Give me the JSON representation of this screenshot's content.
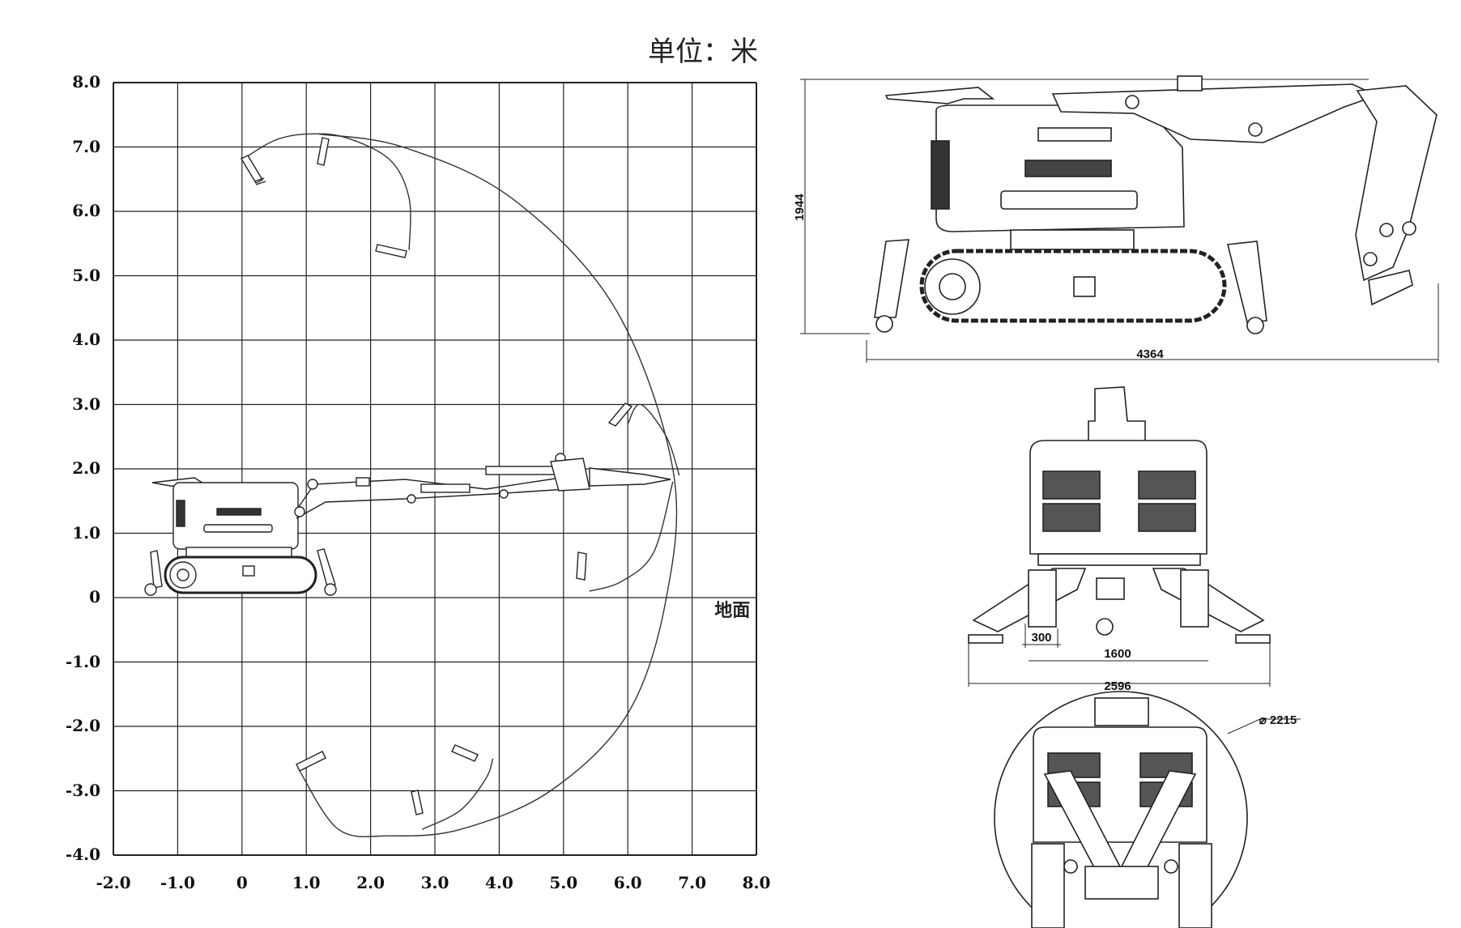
{
  "header": {
    "unit_label": "单位：米"
  },
  "chart_data": {
    "type": "scatter",
    "title": "单位：米",
    "xlim": [
      -2.0,
      8.0
    ],
    "ylim": [
      -4.0,
      8.0
    ],
    "x_ticks": [
      "-2.0",
      "-1.0",
      "0",
      "1.0",
      "2.0",
      "3.0",
      "4.0",
      "5.0",
      "6.0",
      "7.0",
      "8.0"
    ],
    "y_ticks": [
      "8.0",
      "7.0",
      "6.0",
      "5.0",
      "4.0",
      "3.0",
      "2.0",
      "1.0",
      "0",
      "-1.0",
      "-2.0",
      "-3.0",
      "-4.0"
    ],
    "grid": true,
    "annotations": [
      {
        "text": "地面",
        "x": 7.5,
        "y": -0.15
      }
    ],
    "envelope_curves": [
      {
        "name": "",
        "points": [
          [
            0.0,
            6.8
          ],
          [
            0.5,
            7.1
          ],
          [
            1.0,
            7.2
          ],
          [
            1.6,
            7.15
          ],
          [
            2.3,
            6.8
          ],
          [
            2.6,
            6.2
          ],
          [
            2.6,
            5.4
          ]
        ]
      },
      {
        "name": "",
        "points": [
          [
            1.2,
            7.2
          ],
          [
            2.5,
            7.0
          ],
          [
            4.2,
            6.2
          ],
          [
            5.8,
            4.5
          ],
          [
            6.7,
            2.0
          ],
          [
            6.6,
            0.0
          ],
          [
            6.0,
            -1.8
          ],
          [
            4.8,
            -3.0
          ],
          [
            3.4,
            -3.6
          ],
          [
            2.3,
            -3.7
          ],
          [
            1.5,
            -3.6
          ],
          [
            0.9,
            -2.7
          ]
        ]
      },
      {
        "name": "",
        "points": [
          [
            5.4,
            0.1
          ],
          [
            5.9,
            0.25
          ],
          [
            6.4,
            0.7
          ],
          [
            6.7,
            1.8
          ]
        ]
      },
      {
        "name": "",
        "points": [
          [
            6.0,
            2.7
          ],
          [
            6.2,
            3.0
          ],
          [
            6.6,
            2.5
          ],
          [
            6.8,
            1.9
          ]
        ]
      },
      {
        "name": "",
        "points": [
          [
            2.8,
            -3.6
          ],
          [
            3.4,
            -3.3
          ],
          [
            3.8,
            -2.8
          ],
          [
            3.9,
            -2.5
          ]
        ]
      }
    ]
  },
  "side_view": {
    "height_dim": "1944",
    "length_dim": "4364"
  },
  "front_view": {
    "track_dim": "300",
    "inner_dim": "1600",
    "overall_dim": "2596"
  },
  "top_view": {
    "diameter_dim": "⌀ 2215"
  }
}
